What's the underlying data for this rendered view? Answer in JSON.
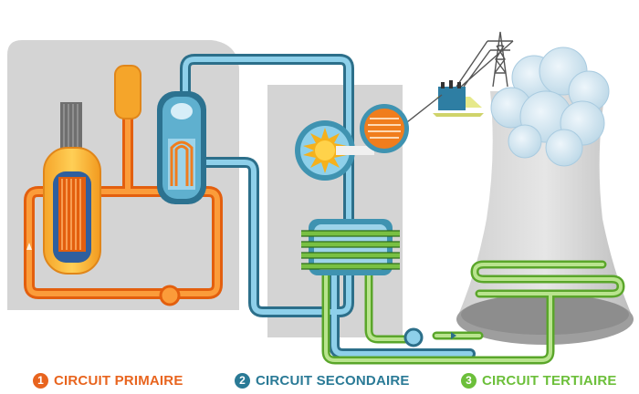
{
  "legend": [
    {
      "number": "1",
      "label": "CIRCUIT PRIMAIRE",
      "color": "#e8641e"
    },
    {
      "number": "2",
      "label": "CIRCUIT SECONDAIRE",
      "color": "#2a7a96"
    },
    {
      "number": "3",
      "label": "CIRCUIT TERTIAIRE",
      "color": "#6cbf3a"
    }
  ],
  "colors": {
    "primary_circuit": "#f07d1d",
    "secondary_circuit": "#3f93b1",
    "tertiary_circuit": "#79c043",
    "building": "#d3d3d3",
    "background": "#ffffff"
  }
}
